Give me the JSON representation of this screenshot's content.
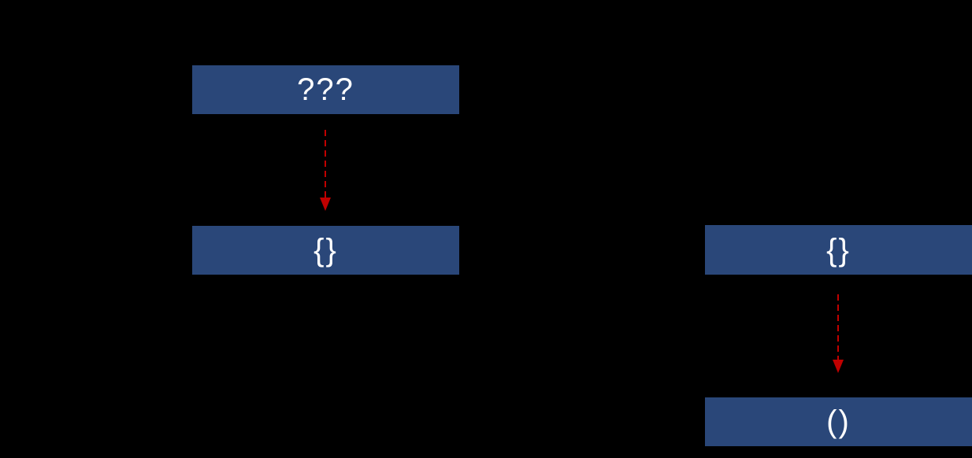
{
  "colors": {
    "background": "#000000",
    "box_fill": "#2A4779",
    "box_text": "#FFFFFF",
    "arrow": "#C00000"
  },
  "diagram": {
    "left_flow": {
      "top_box_label": "???",
      "arrow": {
        "style": "dashed",
        "direction": "down"
      },
      "bottom_box_label": "{}"
    },
    "right_flow": {
      "top_box_label": "{}",
      "arrow": {
        "style": "dashed",
        "direction": "down"
      },
      "bottom_box_label": "()"
    }
  }
}
